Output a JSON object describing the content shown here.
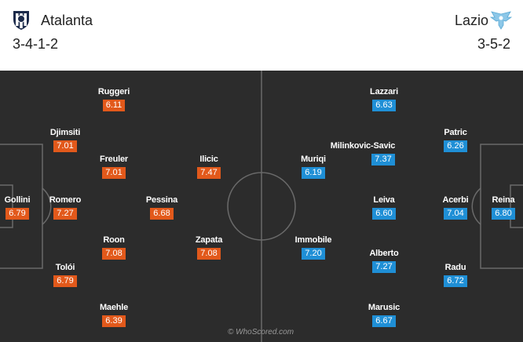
{
  "colors": {
    "pitch": "#2c2c2c",
    "lines": "#6a6a6a",
    "home_rating": "#e2591b",
    "away_rating": "#1f8fd6"
  },
  "home": {
    "name": "Atalanta",
    "formation": "3-4-1-2",
    "crest_icon": "atalanta-crest",
    "players": [
      {
        "name": "Gollini",
        "rating": "6.79"
      },
      {
        "name": "Djimsiti",
        "rating": "7.01"
      },
      {
        "name": "Romero",
        "rating": "7.27"
      },
      {
        "name": "Tolói",
        "rating": "6.79"
      },
      {
        "name": "Ruggeri",
        "rating": "6.11"
      },
      {
        "name": "Freuler",
        "rating": "7.01"
      },
      {
        "name": "Roon",
        "rating": "7.08"
      },
      {
        "name": "Maehle",
        "rating": "6.39"
      },
      {
        "name": "Pessina",
        "rating": "6.68"
      },
      {
        "name": "Ilicic",
        "rating": "7.47"
      },
      {
        "name": "Zapata",
        "rating": "7.08"
      }
    ]
  },
  "away": {
    "name": "Lazio",
    "formation": "3-5-2",
    "crest_icon": "lazio-eagle-crest",
    "players": [
      {
        "name": "Reina",
        "rating": "6.80"
      },
      {
        "name": "Patric",
        "rating": "6.26"
      },
      {
        "name": "Acerbi",
        "rating": "7.04"
      },
      {
        "name": "Radu",
        "rating": "6.72"
      },
      {
        "name": "Lazzari",
        "rating": "6.63"
      },
      {
        "name": "Milinkovic-Savic",
        "rating": "7.37"
      },
      {
        "name": "Leiva",
        "rating": "6.60"
      },
      {
        "name": "Alberto",
        "rating": "7.27"
      },
      {
        "name": "Marusic",
        "rating": "6.67"
      },
      {
        "name": "Muriqi",
        "rating": "6.19"
      },
      {
        "name": "Immobile",
        "rating": "7.20"
      }
    ]
  },
  "watermark": "© WhoScored.com"
}
